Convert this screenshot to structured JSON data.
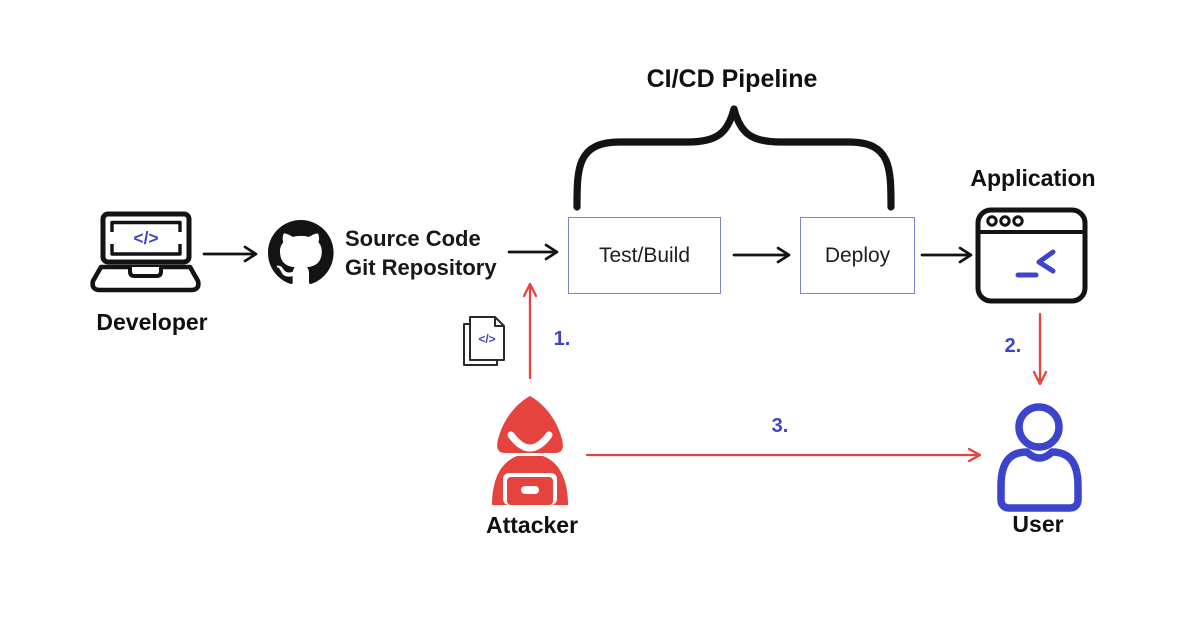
{
  "title": "CI/CD Pipeline",
  "colors": {
    "red": "#e5433d",
    "blue": "#3d44cc",
    "ink": "#131316",
    "box-border": "#7c84c6"
  },
  "nodes": {
    "developer": {
      "label": "Developer"
    },
    "repository": {
      "line1": "Source Code",
      "line2": "Git Repository"
    },
    "test_build": {
      "label": "Test/Build"
    },
    "deploy": {
      "label": "Deploy"
    },
    "application": {
      "label": "Application"
    },
    "attacker": {
      "label": "Attacker"
    },
    "user": {
      "label": "User"
    }
  },
  "steps": {
    "s1": "1.",
    "s2": "2.",
    "s3": "3."
  },
  "icons": {
    "developer": "laptop-code-icon",
    "repository": "github-icon",
    "application": "browser-terminal-icon",
    "attacker": "hacker-hood-icon",
    "user": "person-icon",
    "injected_file": "code-file-icon",
    "laptop_glyph": "</>",
    "file_glyph": "</>"
  }
}
